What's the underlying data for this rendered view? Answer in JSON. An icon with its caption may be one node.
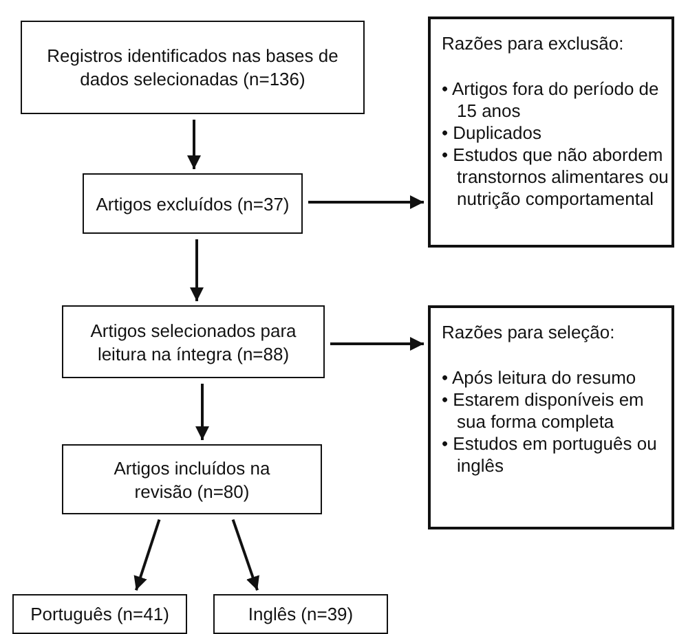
{
  "diagram": {
    "nodes": [
      {
        "text": [
          "Registros identificados nas bases de dados selecionadas (n=136)"
        ]
      },
      {
        "text": [
          "Artigos excluídos (n=37)"
        ]
      },
      {
        "text": [
          "Razões para exclusão:",
          "• Artigos fora do período de 15 anos",
          "• Duplicados",
          "• Estudos que não abordem transtornos alimentares ou nutrição comportamental"
        ]
      },
      {
        "text": [
          "Artigos selecionados para leitura na íntegra (n=88)"
        ]
      },
      {
        "text": [
          "Artigos incluídos na revisão (n=80)"
        ]
      },
      {
        "text": [
          "Razões para seleção:",
          "• Após leitura do resumo",
          "• Estarem disponíveis em sua forma completa",
          "• Estudos em português ou inglês"
        ]
      },
      {
        "text": [
          "Português (n=41)"
        ]
      },
      {
        "text": [
          "Inglês (n=39)"
        ]
      }
    ],
    "edges": [
      {
        "from": 0,
        "to": 1,
        "arrow": "to"
      },
      {
        "from": 1,
        "to": 2,
        "arrow": "to"
      },
      {
        "from": 1,
        "to": 3,
        "arrow": "to"
      },
      {
        "from": 3,
        "to": 5,
        "arrow": "to"
      },
      {
        "from": 3,
        "to": 4,
        "arrow": "to"
      },
      {
        "from": 4,
        "to": 6,
        "arrow": "to"
      },
      {
        "from": 4,
        "to": 7,
        "arrow": "to"
      }
    ]
  }
}
